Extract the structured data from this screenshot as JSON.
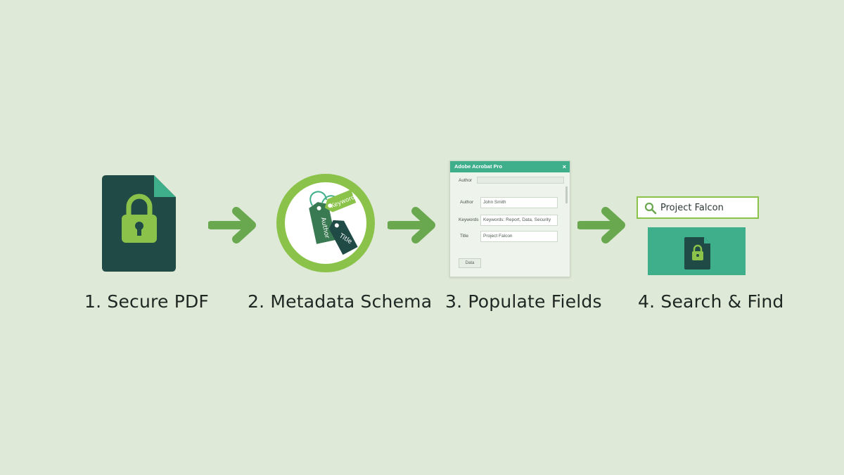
{
  "steps": [
    {
      "label": "1. Secure PDF"
    },
    {
      "label": "2. Metadata Schema"
    },
    {
      "label": "3. Populate Fields"
    },
    {
      "label": "4. Search & Find"
    }
  ],
  "tags": {
    "author": "Author",
    "title": "Title",
    "keyword": "Keyword"
  },
  "window": {
    "title": "Adobe Acrobat Pro",
    "close": "×",
    "top_label": "Author",
    "fields": [
      {
        "label": "Author",
        "value": "John Smith"
      },
      {
        "label": "Keywords",
        "value": "Keywords: Report, Data, Security"
      },
      {
        "label": "Title",
        "value": "Project Falcon"
      }
    ],
    "button": "Data"
  },
  "search": {
    "query": "Project Falcon"
  },
  "colors": {
    "background": "#dfe9d8",
    "doc_dark": "#1f4a45",
    "lime": "#8bc34a",
    "teal": "#3fae8a",
    "arrow": "#6aa84f"
  },
  "icons": [
    "lock-icon",
    "tag-icon",
    "search-icon",
    "arrow-right-icon"
  ]
}
